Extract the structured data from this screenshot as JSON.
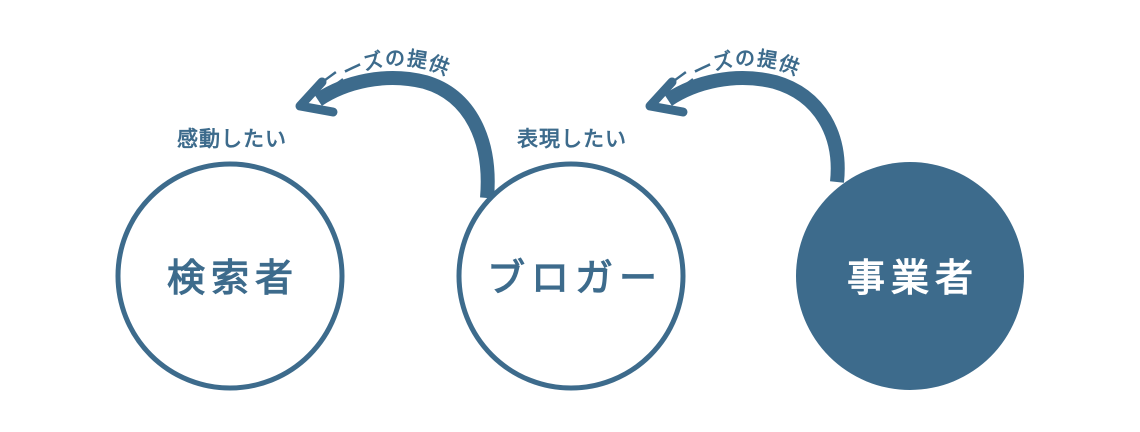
{
  "colors": {
    "primary": "#3d6b8c",
    "background": "#ffffff",
    "inverse_text": "#ffffff"
  },
  "nodes": {
    "searcher": {
      "label": "検索者",
      "caption": "感動したい"
    },
    "blogger": {
      "label": "ブロガー",
      "caption": "表現したい"
    },
    "business": {
      "label": "事業者"
    }
  },
  "flows": {
    "business_to_blogger": {
      "label": "ニーズの提供"
    },
    "blogger_to_searcher": {
      "label": "ニーズの提供"
    }
  }
}
